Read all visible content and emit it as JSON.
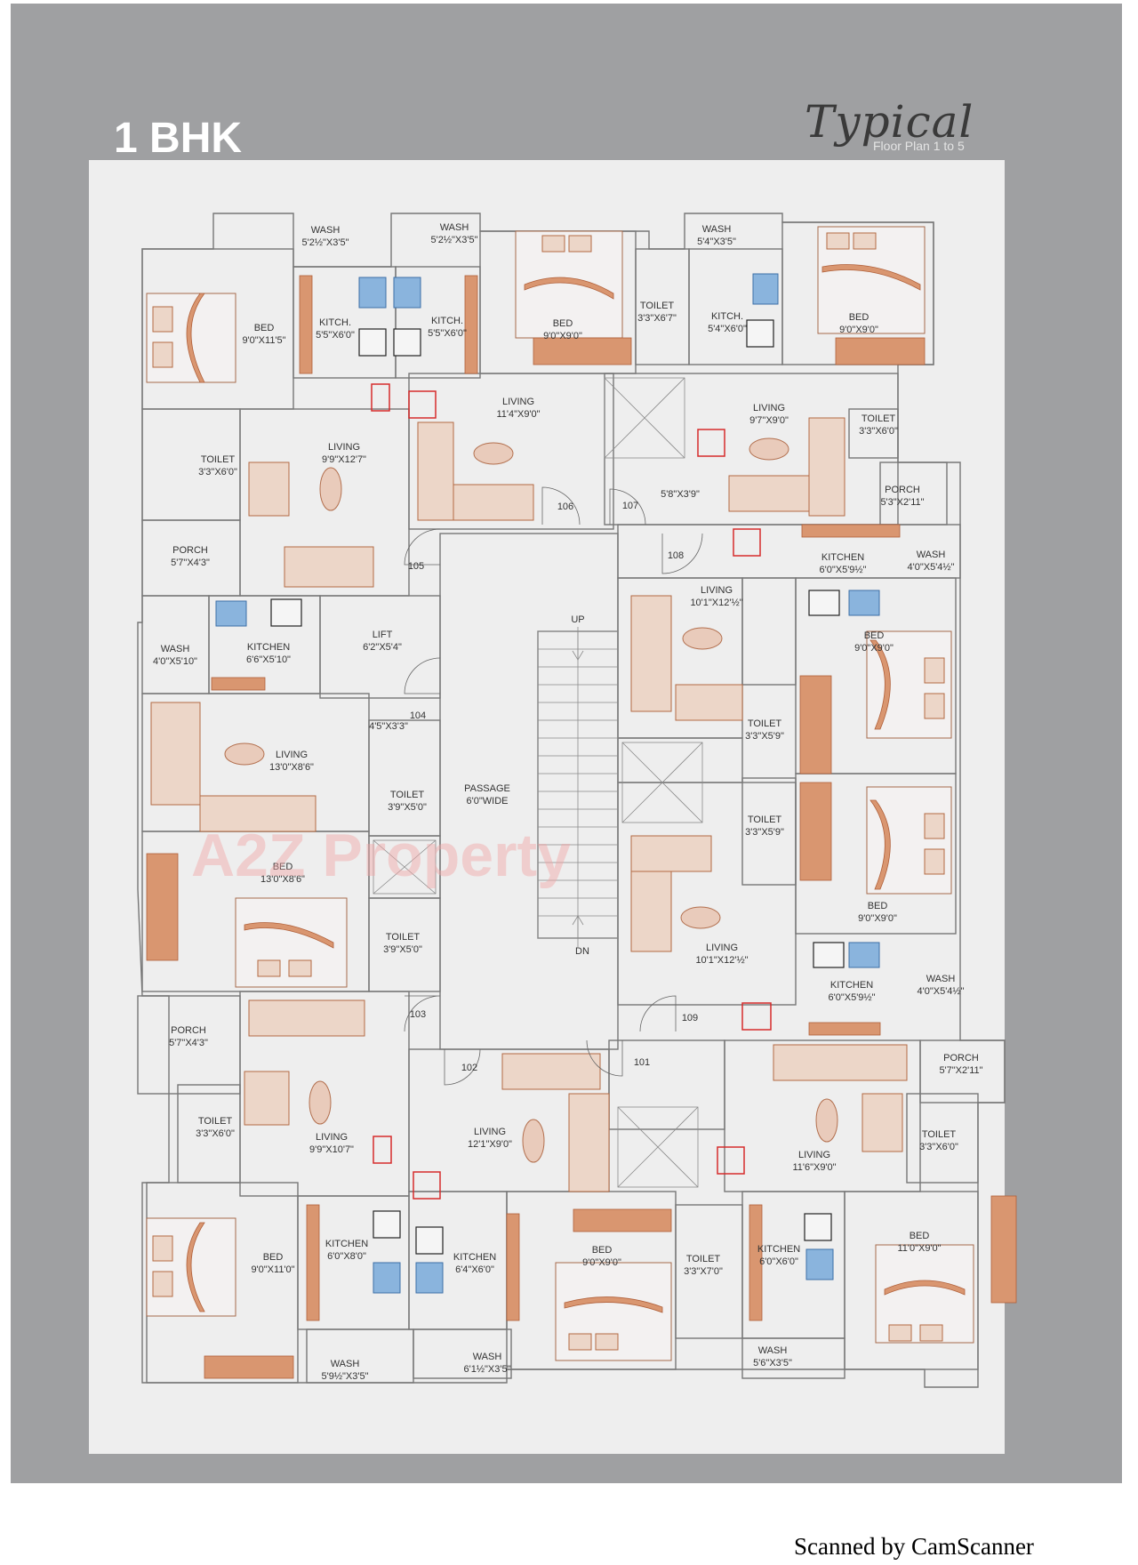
{
  "heading": {
    "bhk": "1 BHK",
    "typical": "Typical",
    "subtitle": "Floor Plan 1 to 5"
  },
  "watermark": "A2Z Property",
  "footer": "Scanned by CamScanner",
  "rooms": [
    {
      "name": "WASH",
      "dim": "5'2½\"X3'5\""
    },
    {
      "name": "WASH",
      "dim": "5'2½\"X3'5\""
    },
    {
      "name": "WASH",
      "dim": "5'4\"X3'5\""
    },
    {
      "name": "BED",
      "dim": "9'0\"X11'5\""
    },
    {
      "name": "KITCH.",
      "dim": "5'5\"X6'0\""
    },
    {
      "name": "KITCH.",
      "dim": "5'5\"X6'0\""
    },
    {
      "name": "BED",
      "dim": "9'0\"X9'0\""
    },
    {
      "name": "TOILET",
      "dim": "3'3\"X6'7\""
    },
    {
      "name": "KITCH.",
      "dim": "5'4\"X6'0\""
    },
    {
      "name": "BED",
      "dim": "9'0\"X9'0\""
    },
    {
      "name": "LIVING",
      "dim": "11'4\"X9'0\""
    },
    {
      "name": "LIVING",
      "dim": "9'7\"X9'0\""
    },
    {
      "name": "TOILET",
      "dim": "3'3\"X6'0\""
    },
    {
      "name": "LIVING",
      "dim": "9'9\"X12'7\""
    },
    {
      "name": "TOILET",
      "dim": "3'3\"X6'0\""
    },
    {
      "name": "PORCH",
      "dim": "5'3\"X2'11\""
    },
    {
      "name": "",
      "dim": "5'8\"X3'9\""
    },
    {
      "name": "PORCH",
      "dim": "5'7\"X4'3\""
    },
    {
      "name": "KITCHEN",
      "dim": "6'0\"X5'9½\""
    },
    {
      "name": "WASH",
      "dim": "4'0\"X5'4½\""
    },
    {
      "name": "LIVING",
      "dim": "10'1\"X12'½\""
    },
    {
      "name": "LIFT",
      "dim": "6'2\"X5'4\""
    },
    {
      "name": "WASH",
      "dim": "4'0\"X5'10\""
    },
    {
      "name": "KITCHEN",
      "dim": "6'6\"X5'10\""
    },
    {
      "name": "BED",
      "dim": "9'0\"X9'0\""
    },
    {
      "name": "",
      "dim": "4'5\"X3'3\""
    },
    {
      "name": "TOILET",
      "dim": "3'3\"X5'9\""
    },
    {
      "name": "LIVING",
      "dim": "13'0\"X8'6\""
    },
    {
      "name": "PASSAGE",
      "dim": "6'0\"WIDE"
    },
    {
      "name": "TOILET",
      "dim": "3'9\"X5'0\""
    },
    {
      "name": "TOILET",
      "dim": "3'3\"X5'9\""
    },
    {
      "name": "BED",
      "dim": "13'0\"X8'6\""
    },
    {
      "name": "BED",
      "dim": "9'0\"X9'0\""
    },
    {
      "name": "TOILET",
      "dim": "3'9\"X5'0\""
    },
    {
      "name": "LIVING",
      "dim": "10'1\"X12'½\""
    },
    {
      "name": "WASH",
      "dim": "4'0\"X5'4½\""
    },
    {
      "name": "KITCHEN",
      "dim": "6'0\"X5'9½\""
    },
    {
      "name": "PORCH",
      "dim": "5'7\"X4'3\""
    },
    {
      "name": "PORCH",
      "dim": "5'7\"X2'11\""
    },
    {
      "name": "TOILET",
      "dim": "3'3\"X6'0\""
    },
    {
      "name": "LIVING",
      "dim": "9'9\"X10'7\""
    },
    {
      "name": "LIVING",
      "dim": "12'1\"X9'0\""
    },
    {
      "name": "TOILET",
      "dim": "3'3\"X6'0\""
    },
    {
      "name": "LIVING",
      "dim": "11'6\"X9'0\""
    },
    {
      "name": "BED",
      "dim": "9'0\"X11'0\""
    },
    {
      "name": "KITCHEN",
      "dim": "6'0\"X8'0\""
    },
    {
      "name": "KITCHEN",
      "dim": "6'4\"X6'0\""
    },
    {
      "name": "BED",
      "dim": "9'0\"X9'0\""
    },
    {
      "name": "TOILET",
      "dim": "3'3\"X7'0\""
    },
    {
      "name": "KITCHEN",
      "dim": "6'0\"X6'0\""
    },
    {
      "name": "BED",
      "dim": "11'0\"X9'0\""
    },
    {
      "name": "WASH",
      "dim": "5'9½\"X3'5\""
    },
    {
      "name": "WASH",
      "dim": "6'1½\"X3'5\""
    },
    {
      "name": "WASH",
      "dim": "5'6\"X3'5\""
    }
  ],
  "flats": [
    "106",
    "107",
    "105",
    "108",
    "104",
    "103",
    "109",
    "102",
    "101"
  ],
  "stairs": {
    "up": "UP",
    "dn": "DN"
  }
}
